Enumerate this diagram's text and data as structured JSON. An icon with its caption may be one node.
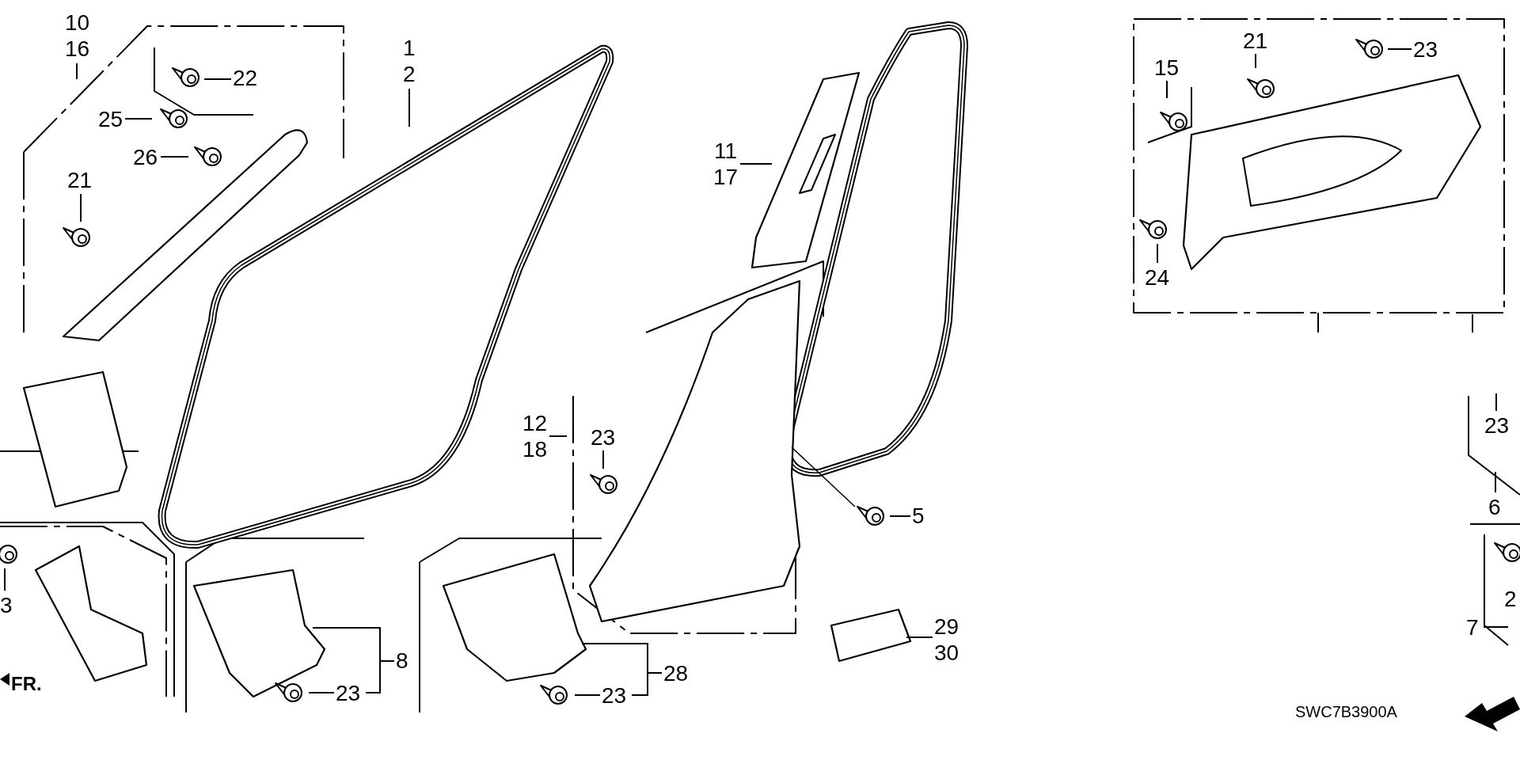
{
  "diagram": {
    "nodes": [
      {
        "text": [
          "10",
          "16"
        ]
      },
      {
        "text": [
          "22"
        ]
      },
      {
        "text": [
          "25"
        ]
      },
      {
        "text": [
          "26"
        ]
      },
      {
        "text": [
          "21"
        ]
      },
      {
        "text": [
          "1",
          "2"
        ]
      },
      {
        "text": [
          "11",
          "17"
        ]
      },
      {
        "text": [
          "15"
        ]
      },
      {
        "text": [
          "21"
        ]
      },
      {
        "text": [
          "23"
        ]
      },
      {
        "text": [
          "24"
        ]
      },
      {
        "text": [
          "12",
          "18"
        ]
      },
      {
        "text": [
          "23"
        ]
      },
      {
        "text": [
          "5"
        ]
      },
      {
        "text": [
          "3"
        ]
      },
      {
        "text": [
          "8"
        ]
      },
      {
        "text": [
          "23"
        ]
      },
      {
        "text": [
          "28"
        ]
      },
      {
        "text": [
          "23"
        ]
      },
      {
        "text": [
          "29",
          "30"
        ]
      },
      {
        "text": [
          "23"
        ]
      },
      {
        "text": [
          "6"
        ]
      },
      {
        "text": [
          "7"
        ]
      }
    ],
    "edges": [
      {
        "from": 0,
        "to": null,
        "arrow": "none"
      },
      {
        "from": 1,
        "to": null,
        "arrow": "none"
      },
      {
        "from": 2,
        "to": null,
        "arrow": "none"
      },
      {
        "from": 3,
        "to": null,
        "arrow": "none"
      },
      {
        "from": 4,
        "to": null,
        "arrow": "none"
      },
      {
        "from": 5,
        "to": null,
        "arrow": "none"
      },
      {
        "from": 6,
        "to": null,
        "arrow": "none"
      },
      {
        "from": 7,
        "to": null,
        "arrow": "none"
      },
      {
        "from": 8,
        "to": null,
        "arrow": "none"
      },
      {
        "from": 9,
        "to": null,
        "arrow": "none"
      },
      {
        "from": 10,
        "to": null,
        "arrow": "none"
      },
      {
        "from": 11,
        "to": null,
        "arrow": "none"
      },
      {
        "from": 12,
        "to": null,
        "arrow": "none"
      },
      {
        "from": 13,
        "to": null,
        "arrow": "none"
      },
      {
        "from": 14,
        "to": null,
        "arrow": "none"
      },
      {
        "from": 15,
        "to": null,
        "arrow": "none"
      },
      {
        "from": 16,
        "to": null,
        "arrow": "none"
      },
      {
        "from": 17,
        "to": null,
        "arrow": "none"
      },
      {
        "from": 18,
        "to": null,
        "arrow": "none"
      },
      {
        "from": 19,
        "to": null,
        "arrow": "none"
      },
      {
        "from": 20,
        "to": null,
        "arrow": "none"
      },
      {
        "from": 21,
        "to": null,
        "arrow": "none"
      },
      {
        "from": 22,
        "to": null,
        "arrow": "none"
      }
    ],
    "labels": [
      "2",
      "FR.",
      "SWC7B3900A"
    ]
  }
}
